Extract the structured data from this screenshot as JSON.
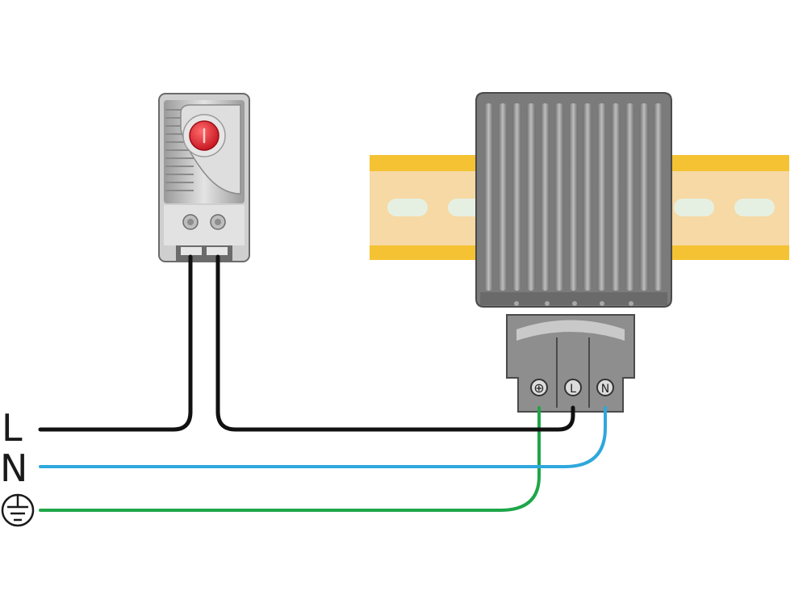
{
  "wiring": {
    "labels": {
      "line": "L",
      "neutral": "N"
    },
    "terminals": [
      "⊕",
      "L",
      "N"
    ],
    "colors": {
      "line": "#111111",
      "neutral": "#2ea7dd",
      "earth": "#1fa64a",
      "rail": "#f4c233",
      "rail_inner": "#f6d9a4",
      "heater_body": "#8a8a8a",
      "thermostat_knob": "#e5202e"
    },
    "icons": {
      "earth": "ground-symbol-icon",
      "thermostat": "thermostat-icon",
      "heater": "heater-icon",
      "rail": "din-rail-icon"
    }
  }
}
